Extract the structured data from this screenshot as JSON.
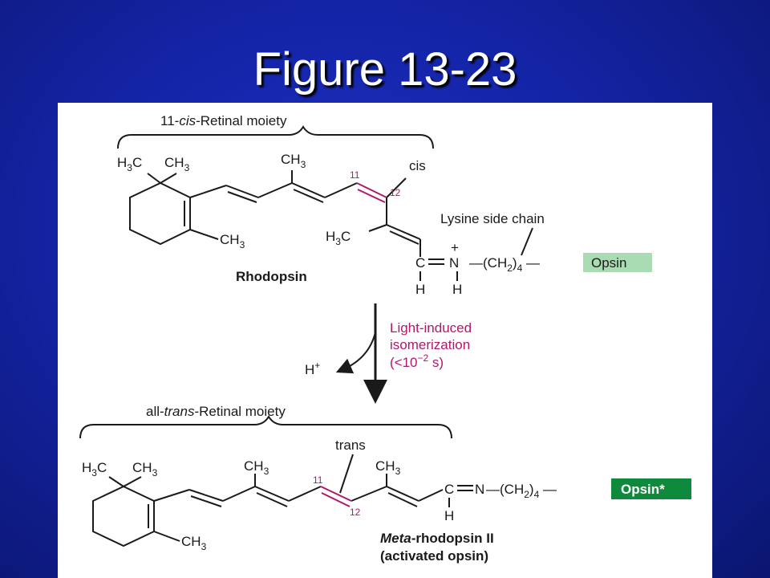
{
  "slide": {
    "title": "Figure 13-23"
  },
  "diagram": {
    "colors": {
      "highlight_bond": "#b0186e",
      "opsin_box": "#a9dcb3",
      "opsin_star_box": "#0f8a3c",
      "background": "#1424a6"
    },
    "rhodopsin": {
      "moiety_label_pre": "11-",
      "moiety_label_italic": "cis",
      "moiety_label_post": "-Retinal moiety",
      "cis_label": "cis",
      "carbon_11": "11",
      "carbon_12": "12",
      "lysine_label": "Lysine side chain",
      "plus": "+",
      "opsin_label": "Opsin",
      "name": "Rhodopsin"
    },
    "reaction": {
      "line1": "Light-induced",
      "line2": "isomerization",
      "line3_pre": "(<10",
      "line3_exp": "−2",
      "line3_post": " s)",
      "proton": "H",
      "proton_sup": "+"
    },
    "meta": {
      "moiety_label_pre": "all-",
      "moiety_label_italic": "trans",
      "moiety_label_post": "-Retinal moiety",
      "trans_label": "trans",
      "carbon_11": "11",
      "carbon_12": "12",
      "opsin_label": "Opsin*",
      "name_italic": "Meta",
      "name_rest": "-rhodopsin II",
      "name_line2": "(activated opsin)"
    },
    "chem": {
      "H": "H",
      "C": "C",
      "N": "N",
      "sub3": "3",
      "sub2": "2",
      "sub4": "4",
      "dash": "—"
    }
  }
}
